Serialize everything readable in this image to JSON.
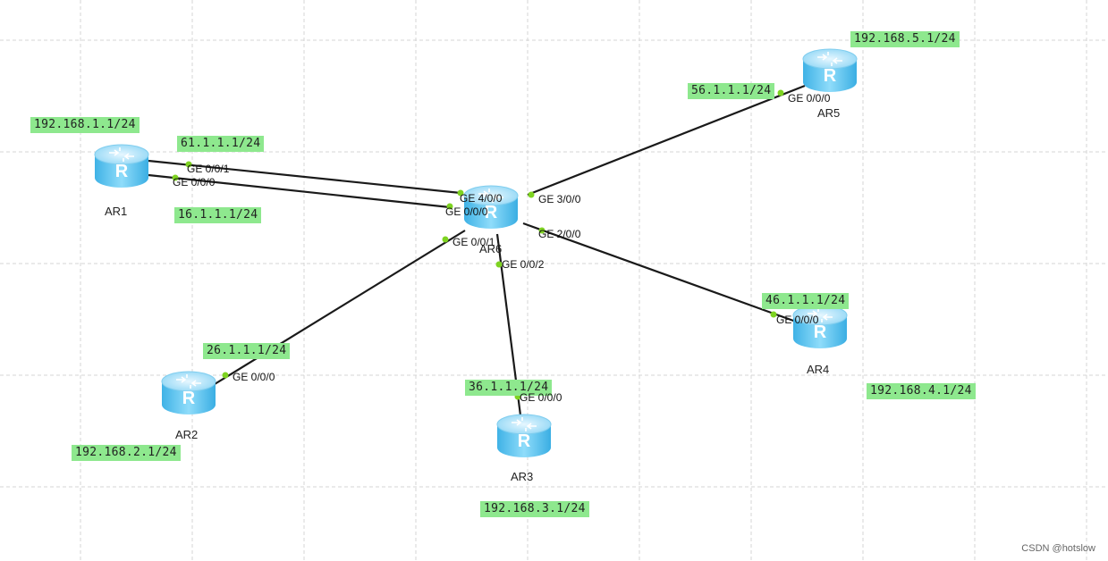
{
  "routers": {
    "ar1": {
      "name": "AR1"
    },
    "ar2": {
      "name": "AR2"
    },
    "ar3": {
      "name": "AR3"
    },
    "ar4": {
      "name": "AR4"
    },
    "ar5": {
      "name": "AR5"
    },
    "ar6": {
      "name": "AR6"
    },
    "router_icon_glyph": "R",
    "icon": "router-icon"
  },
  "ip_labels": {
    "ar1_lan": "192.168.1.1/24",
    "ar1_link1": "61.1.1.1/24",
    "ar1_link2": "16.1.1.1/24",
    "ar2_wan": "26.1.1.1/24",
    "ar2_lan": "192.168.2.1/24",
    "ar3_wan": "36.1.1.1/24",
    "ar3_lan": "192.168.3.1/24",
    "ar4_wan": "46.1.1.1/24",
    "ar4_lan": "192.168.4.1/24",
    "ar5_wan": "56.1.1.1/24",
    "ar5_lan": "192.168.5.1/24"
  },
  "ports": {
    "ar1_g001": "GE 0/0/1",
    "ar1_g000": "GE 0/0/0",
    "ar6_g400": "GE 4/0/0",
    "ar6_g000": "GE 0/0/0",
    "ar6_g300": "GE 3/0/0",
    "ar6_g001": "GE 0/0/1",
    "ar6_g200": "GE 2/0/0",
    "ar6_g002": "GE 0/0/2",
    "ar2_g000": "GE 0/0/0",
    "ar3_g000": "GE 0/0/0",
    "ar4_g000": "GE 0/0/0",
    "ar5_g000": "GE 0/0/0"
  },
  "watermark": "CSDN @hotslow",
  "colors": {
    "label_bg": "#8ee88e",
    "port_dot": "#7ed321",
    "link": "#1a1a1a",
    "grid": "#d4d4d4",
    "router_top": "#bdeafc",
    "router_body": "#5cc4ef"
  }
}
